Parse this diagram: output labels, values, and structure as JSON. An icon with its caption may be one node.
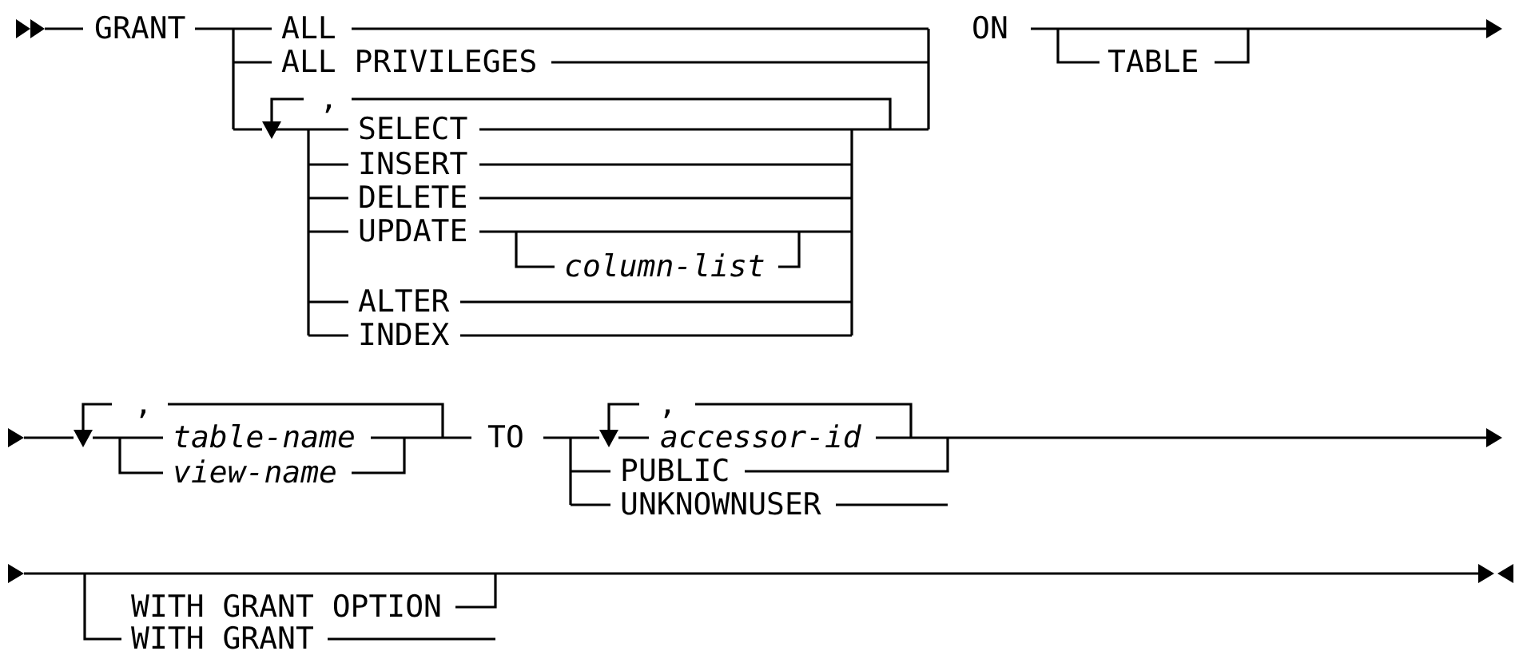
{
  "diagram": {
    "labels": [
      "GRANT",
      "ALL",
      "ON",
      "ALL PRIVILEGES",
      "TABLE",
      ",",
      "SELECT",
      "INSERT",
      "DELETE",
      "UPDATE",
      "column-list",
      "ALTER",
      "INDEX",
      ",",
      ",",
      "table-name",
      "TO",
      "accessor-id",
      "view-name",
      "PUBLIC",
      "UNKNOWNUSER",
      "WITH GRANT OPTION",
      "WITH GRANT"
    ]
  }
}
